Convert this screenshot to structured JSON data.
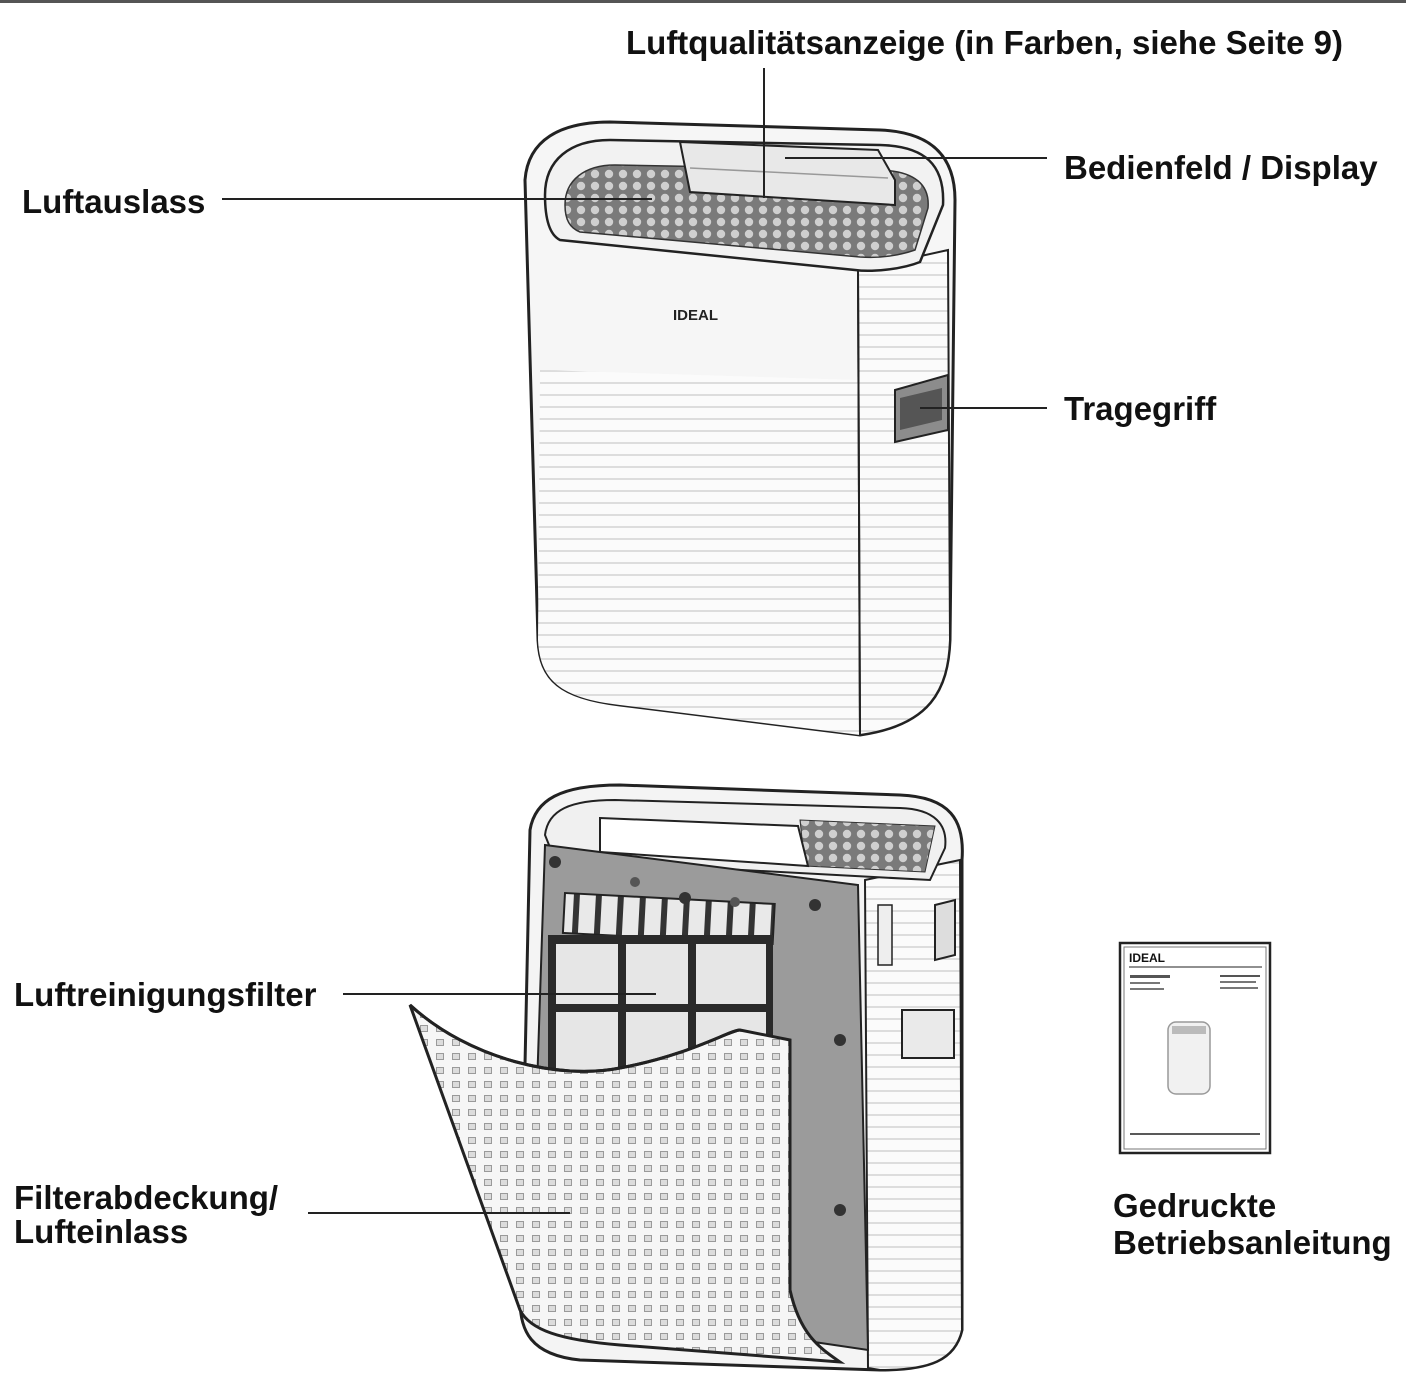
{
  "labels": {
    "air_quality_indicator": "Luftqualitätsanzeige (in Farben, siehe Seite 9)",
    "control_panel": "Bedienfeld / Display",
    "air_outlet": "Luftauslass",
    "carry_handle": "Tragegriff",
    "purification_filter": "Luftreinigungsfilter",
    "filter_cover_line1": "Filterabdeckung/",
    "filter_cover_line2": "Lufteinlass",
    "manual_line1": "Gedruckte",
    "manual_line2": "Betriebsanleitung"
  },
  "brand": {
    "logo_text": "IDEAL"
  },
  "colors": {
    "line": "#222222",
    "body_fill": "#f4f4f4",
    "mesh_fill": "#6f6f6f",
    "interior_fill": "#9a9a9a"
  }
}
